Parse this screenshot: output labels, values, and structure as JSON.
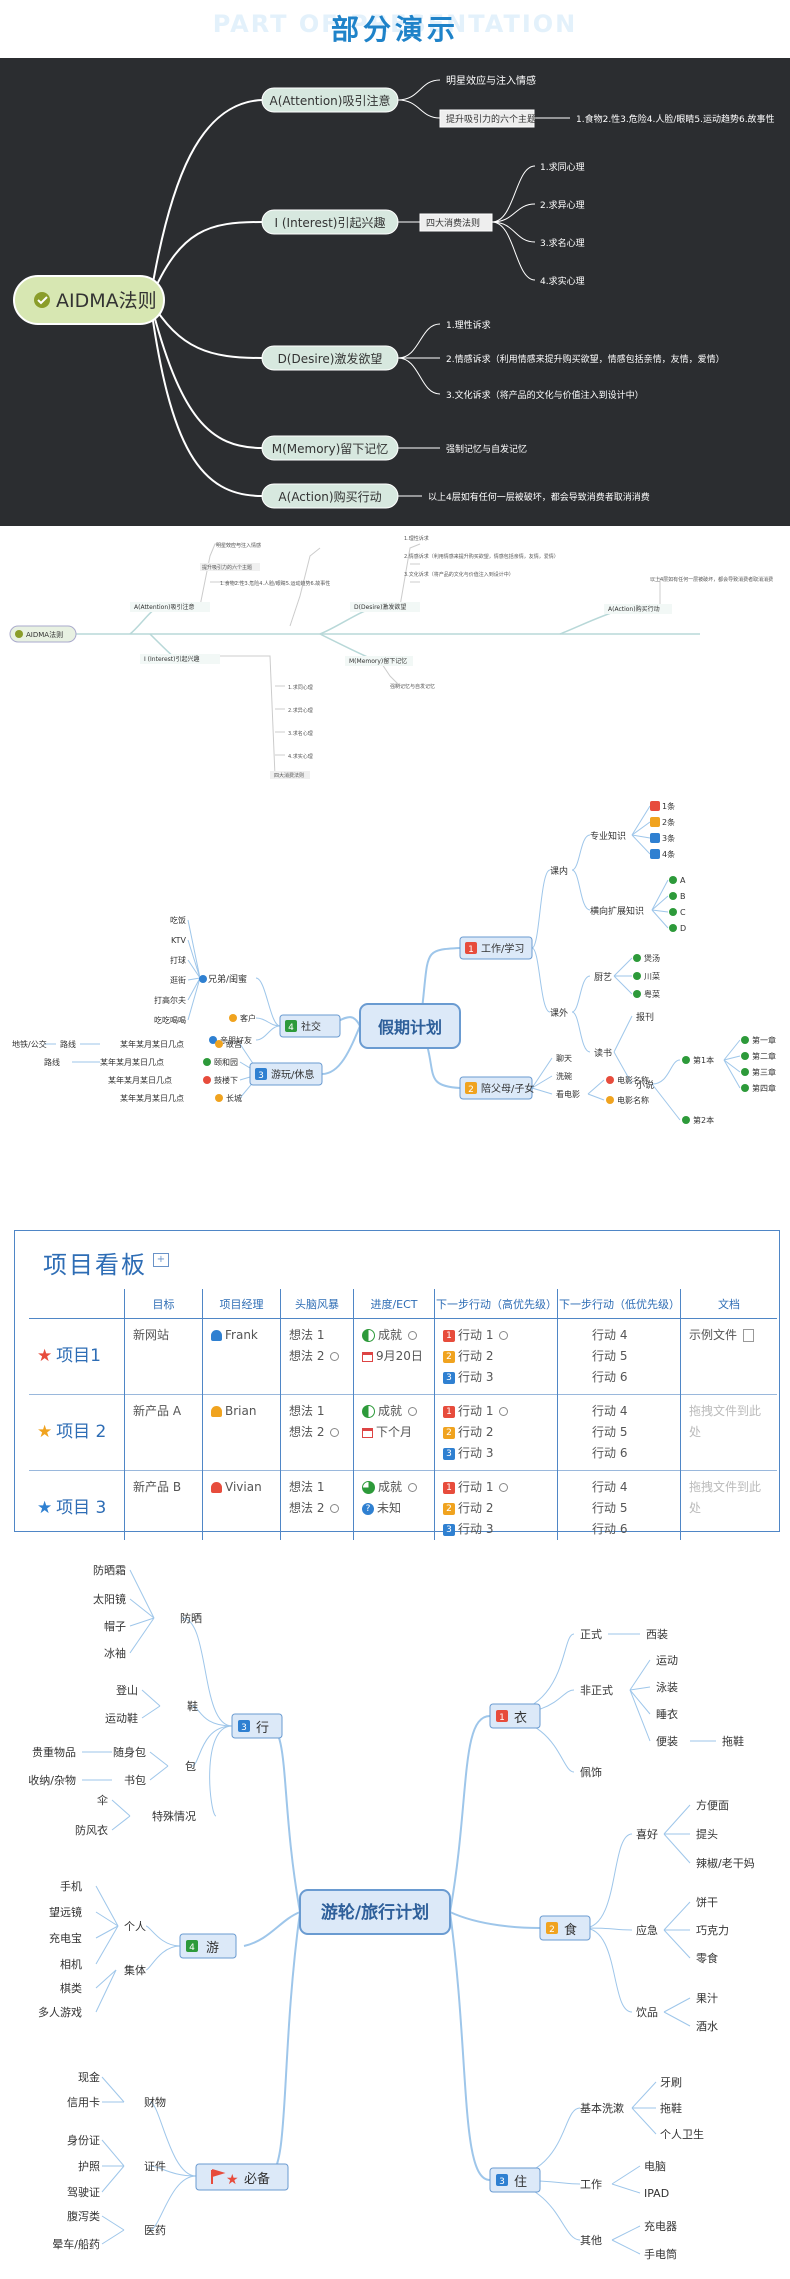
{
  "header": {
    "bg_title": "PART OF PRESENTATION",
    "title": "部分演示"
  },
  "aidma_dark": {
    "center": "AIDMA法则",
    "attention": "A(Attention)吸引注意",
    "attention_sub": [
      "明星效应与注入情感",
      "提升吸引力的六个主题"
    ],
    "attention_themes": "1.食物2.性3.危险4.人脸/眼睛5.运动趋势6.故事性",
    "interest": "I (Interest)引起兴趣",
    "interest_sub": "四大消费法则",
    "interest_items": [
      "1.求同心理",
      "2.求异心理",
      "3.求名心理",
      "4.求实心理"
    ],
    "desire": "D(Desire)激发欲望",
    "desire_items": [
      "1.理性诉求",
      "2.情感诉求（利用情感来提升购买欲望，情感包括亲情，友情，爱情）",
      "3.文化诉求（将产品的文化与价值注入到设计中）"
    ],
    "memory": "M(Memory)留下记忆",
    "memory_sub": "强制记忆与自发记忆",
    "action": "A(Action)购买行动",
    "action_sub": "以上4层如有任何一层被破坏，都会导致消费者取消消费"
  },
  "aidma_light": {
    "center": "AIDMA法则",
    "attention": "A(Attention)吸引注意",
    "attention_sub": [
      "明星效应与注入情感",
      "提升吸引力的六个主题",
      "1.食物2.性3.危险4.人脸/眼睛5.运动趋势6.故事性"
    ],
    "interest": "I (Interest)引起兴趣",
    "interest_sub": "四大消费法则",
    "interest_items": [
      "1.求同心理",
      "2.求异心理",
      "3.求名心理",
      "4.求实心理"
    ],
    "desire": "D(Desire)激发欲望",
    "desire_items": [
      "1.理性诉求",
      "2.情感诉求（利用情感来提升购买欲望，情感包括亲情，友情，爱情）",
      "3.文化诉求（将产品的文化与价值注入到设计中）"
    ],
    "memory": "M(Memory)留下记忆",
    "memory_sub": "强制记忆与自发记忆",
    "action": "A(Action)购买行动",
    "action_sub": "以上4层如有任何一层被破坏，都会导致消费者取消消费"
  },
  "holiday": {
    "center": "假期计划",
    "work": {
      "label": "工作/学习",
      "num": "1"
    },
    "course": "课内",
    "pro_knowledge": "专业知识",
    "pro_items": [
      {
        "n": "1",
        "t": "1条"
      },
      {
        "n": "2",
        "t": "2条"
      },
      {
        "n": "3",
        "t": "3条"
      },
      {
        "n": "4",
        "t": "4条"
      }
    ],
    "horizontal": "横向扩展知识",
    "horizontal_items": [
      "A",
      "B",
      "C",
      "D"
    ],
    "extra": "课外",
    "hobby": "厨艺",
    "hobby_items": [
      "煲汤",
      "川菜",
      "粤菜"
    ],
    "reading": "读书",
    "newspaper": "报刊",
    "novel": "小说",
    "book1": "第1本",
    "book1_chapters": [
      "第一章",
      "第二章",
      "第三章",
      "第四章"
    ],
    "book2": "第2本",
    "social": {
      "label": "社交",
      "num": "4"
    },
    "friends": "兄弟/闺蜜",
    "friend_items": [
      "吃饭",
      "KTV",
      "打球",
      "逛街",
      "打高尔夫",
      "吃吃喝喝"
    ],
    "client": "客户",
    "relatives": "亲朋好友",
    "travel": {
      "label": "游玩/休息",
      "num": "3"
    },
    "travel_items": [
      {
        "left": "地铁/公交",
        "mid": "路线",
        "time": "某年某月某日几点",
        "place": "故宫"
      },
      {
        "left": "",
        "mid": "路线",
        "time": "某年某月某日几点",
        "place": "颐和园"
      },
      {
        "left": "",
        "mid": "",
        "time": "某年某月某日几点",
        "place": "鼓楼下"
      },
      {
        "left": "",
        "mid": "",
        "time": "某年某月某日几点",
        "place": "长城"
      }
    ],
    "family": {
      "label": "陪父母/子女",
      "num": "2"
    },
    "family_items": [
      "聊天",
      "洗碗",
      "看电影"
    ],
    "movies": [
      "电影名称",
      "电影名称"
    ]
  },
  "board": {
    "title": "项目看板",
    "headers": [
      "",
      "目标",
      "项目经理",
      "头脑风暴",
      "进度/ECT",
      "下一步行动（高优先级）",
      "下一步行动（低优先级）",
      "文档"
    ],
    "rows": [
      {
        "name": "项目1",
        "star_color": "#e74c3c",
        "goal": "新网站",
        "manager": "Frank",
        "mgr_color": "#2f80d1",
        "ideas": [
          "想法 1",
          "想法 2"
        ],
        "status": "成就",
        "date": "9月20日",
        "date_type": "cal",
        "high": [
          "行动 1",
          "行动 2",
          "行动 3"
        ],
        "low": [
          "行动 4",
          "行动 5",
          "行动 6"
        ],
        "doc": "示例文件",
        "doc_gray": false
      },
      {
        "name": "项目 2",
        "star_color": "#f0a31f",
        "goal": "新产品 A",
        "manager": "Brian",
        "mgr_color": "#f0a31f",
        "ideas": [
          "想法 1",
          "想法 2"
        ],
        "status": "成就",
        "date": "下个月",
        "date_type": "cal",
        "high": [
          "行动 1",
          "行动 2",
          "行动 3"
        ],
        "low": [
          "行动 4",
          "行动 5",
          "行动 6"
        ],
        "doc": "拖拽文件到此处",
        "doc_gray": true
      },
      {
        "name": "项目 3",
        "star_color": "#2f80d1",
        "goal": "新产品 B",
        "manager": "Vivian",
        "mgr_color": "#e74c3c",
        "ideas": [
          "想法 1",
          "想法 2"
        ],
        "status": "成就",
        "date": "未知",
        "date_type": "q",
        "high": [
          "行动 1",
          "行动 2",
          "行动 3"
        ],
        "low": [
          "行动 4",
          "行动 5",
          "行动 6"
        ],
        "doc": "拖拽文件到此处",
        "doc_gray": true
      }
    ]
  },
  "travel": {
    "center": "游轮/旅行计划",
    "clothes": {
      "label": "衣",
      "num": "1"
    },
    "formal": "正式",
    "suit": "西装",
    "informal": "非正式",
    "informal_items": [
      "运动",
      "泳装",
      "睡衣",
      "便装"
    ],
    "slippers": "拖鞋",
    "accessory": "佩饰",
    "food": {
      "label": "食",
      "num": "2"
    },
    "like": "喜好",
    "like_items": [
      "方便面",
      "提头",
      "辣椒/老干妈"
    ],
    "emergency": "应急",
    "emergency_items": [
      "饼干",
      "巧克力",
      "零食"
    ],
    "drinks": "饮品",
    "drink_items": [
      "果汁",
      "酒水"
    ],
    "stay": {
      "label": "住",
      "num": "3"
    },
    "basic": "基本洗漱",
    "basic_items": [
      "牙刷",
      "拖鞋",
      "个人卫生"
    ],
    "work": "工作",
    "work_items": [
      "电脑",
      "IPAD"
    ],
    "other": "其他",
    "other_items": [
      "充电器",
      "手电筒"
    ],
    "go": {
      "label": "行",
      "num": "3"
    },
    "sun": "防晒",
    "sun_items": [
      "防晒霜",
      "太阳镜",
      "帽子",
      "冰袖"
    ],
    "shoes": "鞋",
    "shoe_items": [
      "登山",
      "运动鞋"
    ],
    "bag": "包",
    "bag_items": [
      "贵重物品",
      "收纳/杂物"
    ],
    "bag_mid": [
      "随身包",
      "书包"
    ],
    "special": "特殊情况",
    "special_items": [
      "伞",
      "防风衣"
    ],
    "play": {
      "label": "游",
      "num": "4"
    },
    "personal": "个人",
    "personal_items": [
      "手机",
      "望远镜",
      "充电宝",
      "相机"
    ],
    "group": "集体",
    "group_items": [
      "棋类",
      "多人游戏"
    ],
    "must": {
      "label": "必备"
    },
    "money": "财物",
    "money_items": [
      "现金",
      "信用卡"
    ],
    "docs": "证件",
    "docs_items": [
      "身份证",
      "护照",
      "驾驶证"
    ],
    "medicine": "医药",
    "medicine_items": [
      "腹泻类",
      "晕车/船药"
    ]
  }
}
